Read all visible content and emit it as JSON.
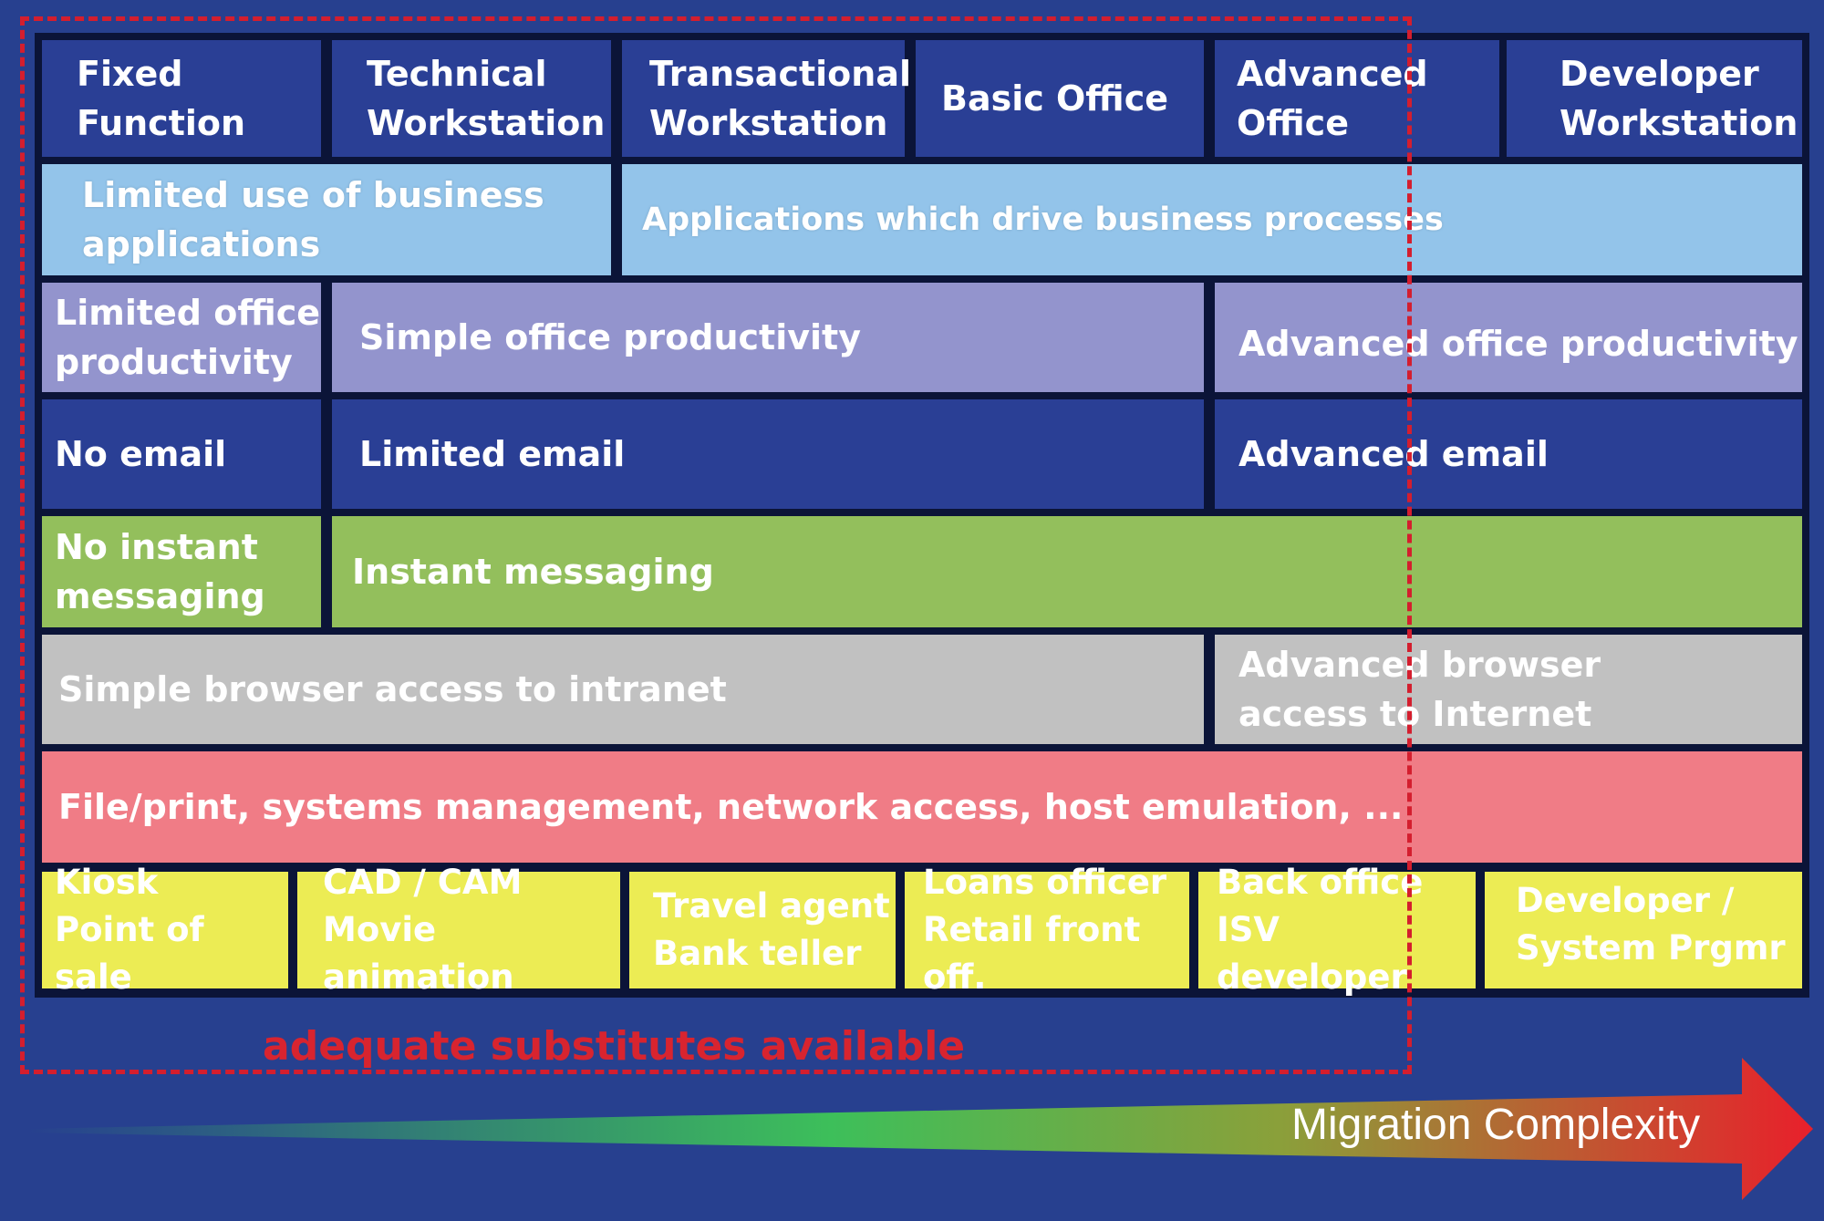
{
  "headers": [
    "Fixed\nFunction",
    "Technical\nWorkstation",
    "Transactional\nWorkstation",
    "Basic Office",
    "Advanced\n          Office",
    "Developer\nWorkstation"
  ],
  "rows": {
    "business_apps": {
      "limited": "Limited use of business\napplications",
      "full": "Applications which drive business processes"
    },
    "office": {
      "limited": "Limited office\nproductivity",
      "simple": "Simple office productivity",
      "advanced": "Advanced office productivity"
    },
    "email": {
      "none": "No email",
      "limited": "Limited email",
      "advanced": "Advanced email"
    },
    "messaging": {
      "none": "No instant\nmessaging",
      "full": "Instant messaging"
    },
    "browser": {
      "simple": "Simple browser access to intranet",
      "advanced": "Advanced browser\naccess to Internet"
    },
    "infrastructure": {
      "all": "File/print, systems management, network access, host emulation, ..."
    },
    "examples": [
      "Kiosk\nPoint of sale",
      "CAD / CAM\nMovie animation",
      "Travel agent\nBank teller",
      "Loans officer\nRetail front off.",
      "Back office\nISV developer",
      "Developer /\nSystem Prgmr"
    ]
  },
  "substitutes_label": "adequate substitutes available",
  "arrow_label": "Migration Complexity",
  "colors": {
    "background": "#27408f",
    "header": "#2a3f95",
    "business_apps": "#93c4ea",
    "office": "#9394cd",
    "email": "#2a3f95",
    "messaging": "#93bf5c",
    "browser": "#c1c1c1",
    "infrastructure": "#f07c86",
    "examples": "#ecec54",
    "substitutes_box": "#d41e2e",
    "arrow_start": "#27408f",
    "arrow_mid": "#3dbf5a",
    "arrow_end": "#e8202b"
  }
}
